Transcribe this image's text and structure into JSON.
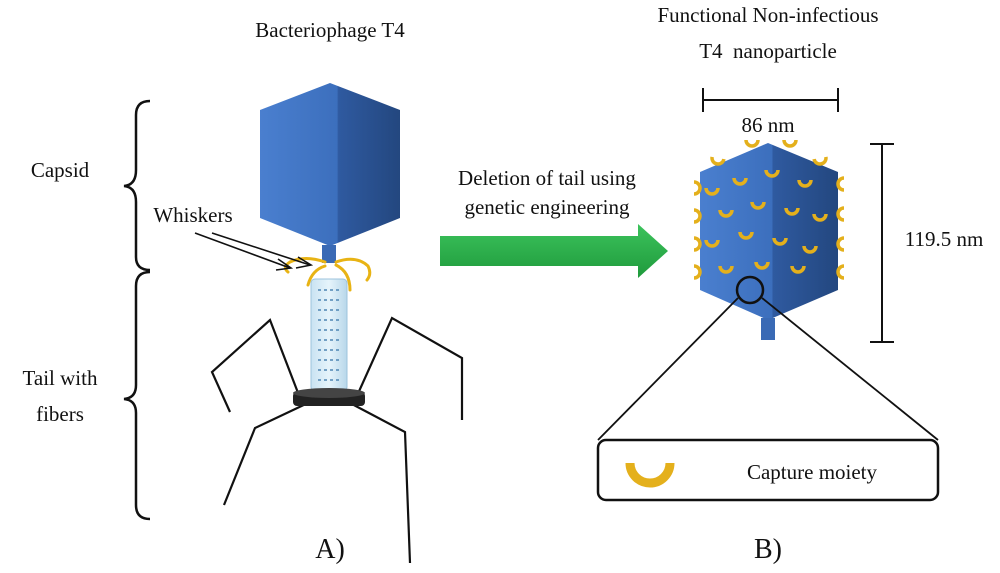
{
  "colors": {
    "capsid_front": "#3f73c2",
    "capsid_side": "#2e5496",
    "whisker": "#e8b314",
    "moiety": "#e4b01c",
    "tail_sheath": "#d7ecf7",
    "arrow": "#27b04a",
    "line": "#111111"
  },
  "panel_a": {
    "title": "Bacteriophage T4",
    "capsid_label": "Capsid",
    "whiskers_label": "Whiskers",
    "tail_label_line1": "Tail with",
    "tail_label_line2": "fibers",
    "panel_label": "A)"
  },
  "arrow": {
    "line1": "Deletion of tail using",
    "line2": "genetic engineering"
  },
  "panel_b": {
    "title_line1": "Functional Non-infectious",
    "title_line2": "T4  nanoparticle",
    "width_label": "86 nm",
    "height_label": "119.5 nm",
    "legend_label": "Capture moiety",
    "panel_label": "B)"
  },
  "icons": {
    "capsid": "icosahedral-capsid-icon",
    "moiety": "capture-moiety-icon",
    "arrow": "green-right-arrow-icon"
  }
}
